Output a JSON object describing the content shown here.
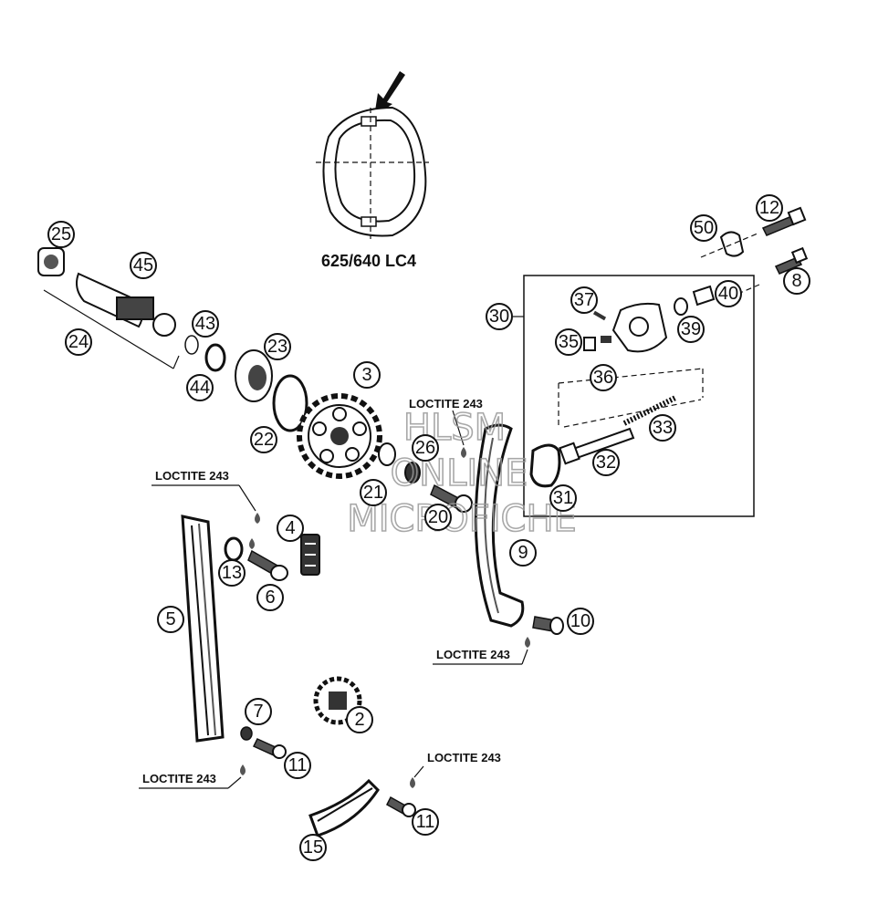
{
  "model_label": "625/640 LC4",
  "watermark": [
    "HLSM",
    "ONLINE",
    "MICROFICHE"
  ],
  "loctite_note": "LOCTITE 243",
  "callouts": [
    "25",
    "45",
    "24",
    "43",
    "44",
    "23",
    "22",
    "3",
    "21",
    "26",
    "20",
    "5",
    "4",
    "13",
    "6",
    "7",
    "11",
    "2",
    "15",
    "9",
    "10",
    "30",
    "37",
    "35",
    "36",
    "39",
    "40",
    "33",
    "32",
    "31",
    "12",
    "50",
    "8"
  ]
}
